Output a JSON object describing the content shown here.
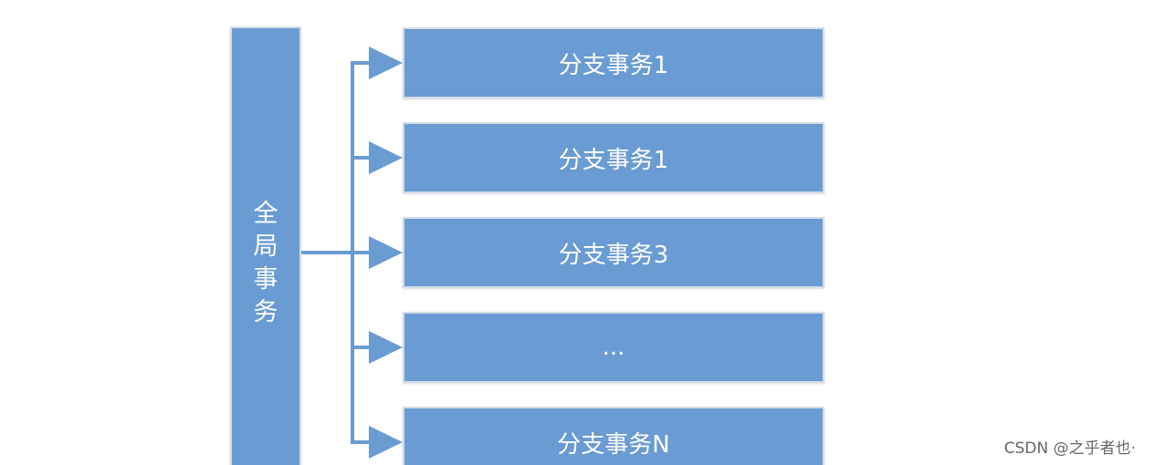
{
  "diagram": {
    "global_label_chars": [
      "全",
      "局",
      "事",
      "务"
    ],
    "branches": [
      {
        "label": "分支事务1"
      },
      {
        "label": "分支事务1"
      },
      {
        "label": "分支事务3"
      },
      {
        "label": "..."
      },
      {
        "label": "分支事务N"
      }
    ],
    "colors": {
      "box_fill": "#6a9bd2",
      "box_border": "#d3dce8",
      "connector": "#6a9bd2",
      "text": "#ffffff"
    }
  },
  "watermark": {
    "text": "CSDN @之乎者也·"
  }
}
